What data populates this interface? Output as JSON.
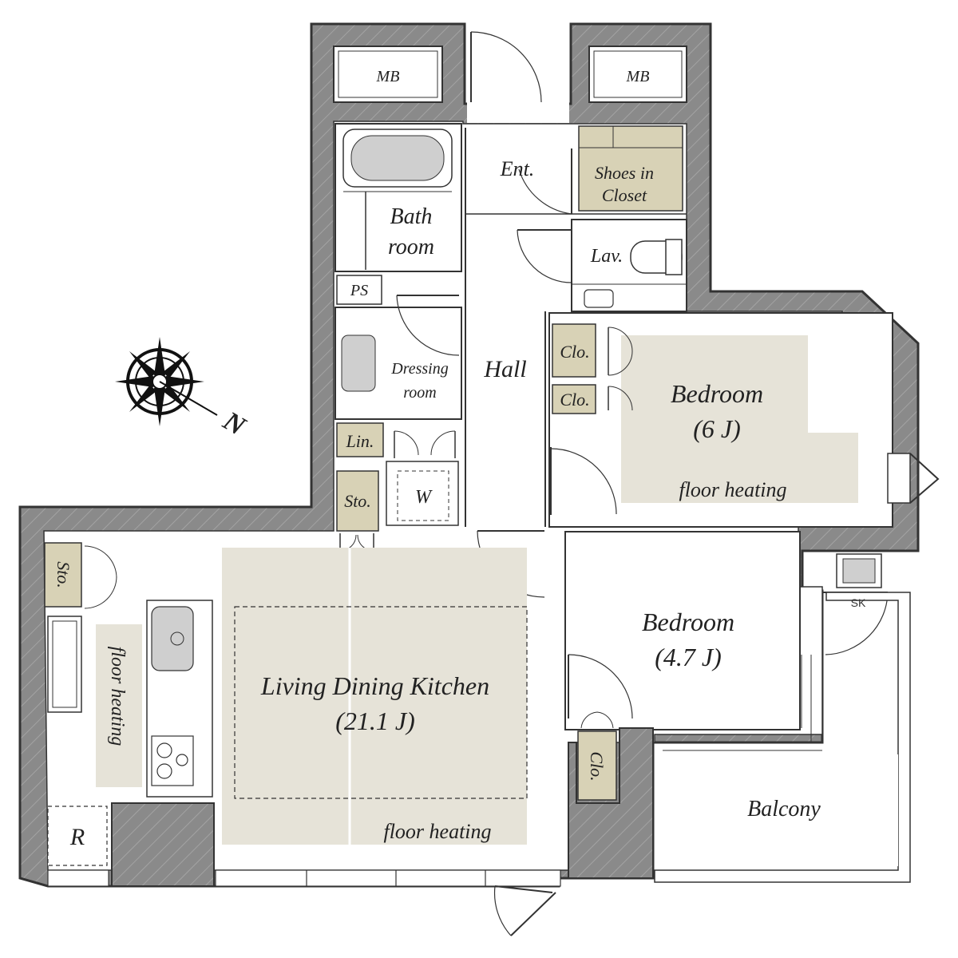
{
  "colors": {
    "wall": "#8a8a8a",
    "wall_outline": "#333333",
    "room_shade": "#e6e3d8",
    "closet": "#d8d2b6",
    "fixture": "#cfcfcf"
  },
  "labels": {
    "mb_left": "MB",
    "mb_right": "MB",
    "entrance": "Ent.",
    "shoes_line1": "Shoes in",
    "shoes_line2": "Closet",
    "bath_line1": "Bath",
    "bath_line2": "room",
    "lav": "Lav.",
    "ps": "PS",
    "dressing_line1": "Dressing",
    "dressing_line2": "room",
    "hall": "Hall",
    "lin": "Lin.",
    "sto_mid": "Sto.",
    "sto_left": "Sto.",
    "washer": "W",
    "clo_1": "Clo.",
    "clo_2": "Clo.",
    "clo_3": "Clo.",
    "bedroom1_name": "Bedroom",
    "bedroom1_size": "(6 J)",
    "bedroom1_heating": "floor heating",
    "bedroom2_name": "Bedroom",
    "bedroom2_size": "(4.7 J)",
    "ldk_name": "Living Dining Kitchen",
    "ldk_size": "(21.1 J)",
    "ldk_heating": "floor heating",
    "kitchen_heating": "floor heating",
    "fridge": "R",
    "sink": "SK",
    "balcony": "Balcony",
    "north": "N"
  }
}
